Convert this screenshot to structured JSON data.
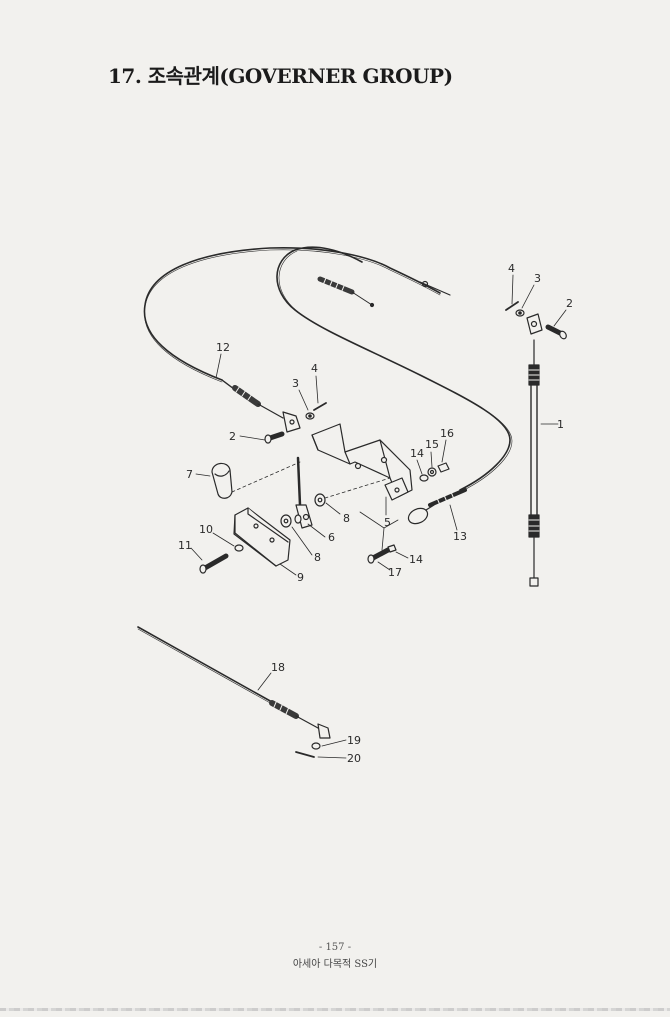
{
  "title": "17. 조속관계(GOVERNER GROUP)",
  "callouts": [
    {
      "id": "p1",
      "label": "1"
    },
    {
      "id": "p2a",
      "label": "2"
    },
    {
      "id": "p3a",
      "label": "3"
    },
    {
      "id": "p4a",
      "label": "4"
    },
    {
      "id": "p12",
      "label": "12"
    },
    {
      "id": "p3b",
      "label": "3"
    },
    {
      "id": "p4b",
      "label": "4"
    },
    {
      "id": "p2b",
      "label": "2"
    },
    {
      "id": "p7",
      "label": "7"
    },
    {
      "id": "p14a",
      "label": "14"
    },
    {
      "id": "p15",
      "label": "15"
    },
    {
      "id": "p16",
      "label": "16"
    },
    {
      "id": "p8a",
      "label": "8"
    },
    {
      "id": "p6",
      "label": "6"
    },
    {
      "id": "p8b",
      "label": "8"
    },
    {
      "id": "p5",
      "label": "5"
    },
    {
      "id": "p13",
      "label": "13"
    },
    {
      "id": "p10",
      "label": "10"
    },
    {
      "id": "p11",
      "label": "11"
    },
    {
      "id": "p9",
      "label": "9"
    },
    {
      "id": "p14b",
      "label": "14"
    },
    {
      "id": "p17",
      "label": "17"
    },
    {
      "id": "p18",
      "label": "18"
    },
    {
      "id": "p19",
      "label": "19"
    },
    {
      "id": "p20",
      "label": "20"
    }
  ],
  "footer": {
    "page_number": "- 157 -",
    "text": "아세아 다목적 SS기"
  }
}
